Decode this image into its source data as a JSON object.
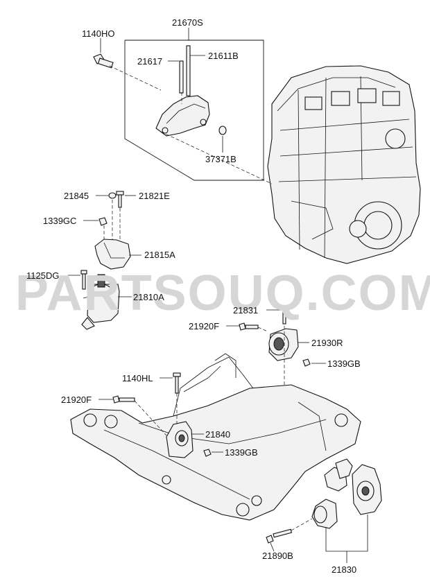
{
  "watermark": "PARTSOUQ.COM",
  "labels": {
    "p21670S": "21670S",
    "p1140HO": "1140HO",
    "p21617": "21617",
    "p21611B": "21611B",
    "p37371B": "37371B",
    "p21845": "21845",
    "p21821E": "21821E",
    "p1339GC": "1339GC",
    "p21815A": "21815A",
    "p1125DG": "1125DG",
    "p21810A": "21810A",
    "p21831": "21831",
    "p21920F_a": "21920F",
    "p21930R": "21930R",
    "p1339GB_a": "1339GB",
    "p1140HL": "1140HL",
    "p21920F_b": "21920F",
    "p21840": "21840",
    "p1339GB_b": "1339GB",
    "p21890B": "21890B",
    "p21830": "21830"
  }
}
